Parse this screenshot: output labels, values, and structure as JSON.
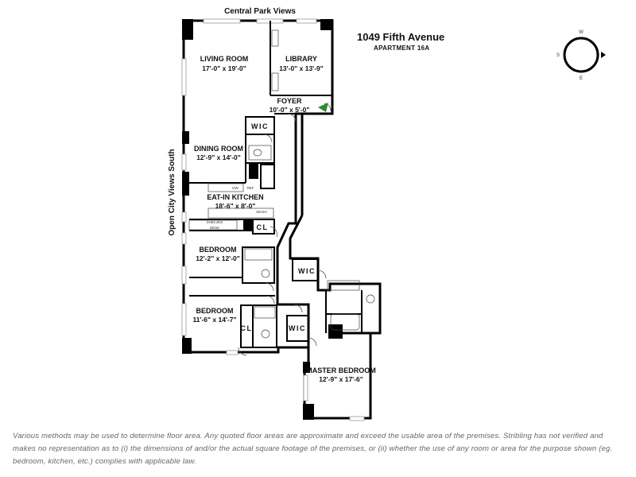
{
  "listing": {
    "address": "1049 Fifth Avenue",
    "unit": "APARTMENT 16A"
  },
  "views": {
    "top": "Central Park Views",
    "side": "Open City Views South"
  },
  "compass": {
    "north": "W",
    "south": "E",
    "west": "S",
    "east_marker": "arrow-right"
  },
  "rooms": [
    {
      "name": "LIVING ROOM",
      "dims": "17'-0\" x 19'-0\""
    },
    {
      "name": "LIBRARY",
      "dims": "13'-0\" x 13'-9\""
    },
    {
      "name": "FOYER",
      "dims": "10'-0\" x 5'-0\""
    },
    {
      "name": "DINING ROOM",
      "dims": "12'-9\" x 14'-0\""
    },
    {
      "name": "EAT-IN KITCHEN",
      "dims": "18'-6\" x 8'-0\""
    },
    {
      "name": "BEDROOM",
      "dims": "12'-2\" x 12'-0\""
    },
    {
      "name": "BEDROOM",
      "dims": "11'-6\" x 14'-7\""
    },
    {
      "name": "MASTER BEDROOM",
      "dims": "12'-9\" x 17'-6\""
    }
  ],
  "closets": {
    "wic": "WIC",
    "cl": "CL"
  },
  "fixtures": {
    "dw": "DW",
    "ref": "REF",
    "shelves": "SHELVES",
    "desk": "DESK",
    "wash": "WASH"
  },
  "colors": {
    "entry_marker": "#2e8b2e",
    "wall": "#000000"
  },
  "disclaimer": "Various methods may be used to determine floor area. Any quoted floor areas are approximate and exceed the usable area of the premises. Stribling has not verified and makes no representation as to (i) the dimensions of and/or the actual square footage of the premises, or (ii) whether the use of any room or area for the purpose shown (eg. bedroom, kitchen, etc.) complies with applicable law."
}
